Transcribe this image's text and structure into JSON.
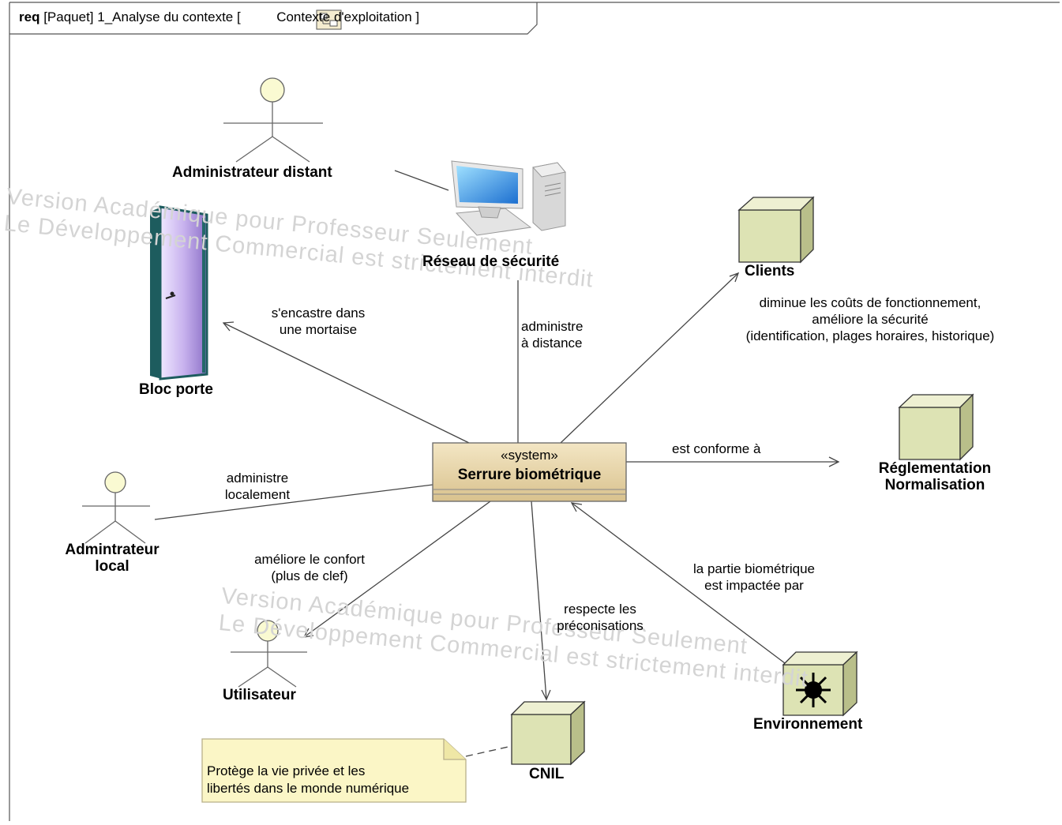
{
  "frame": {
    "kind": "req",
    "title_prefix": "[Paquet] 1_Analyse du contexte [",
    "title_name": "Contexte d'exploitation",
    "title_suffix": "]"
  },
  "watermark": {
    "line1": "Version Académique pour Professeur Seulement",
    "line2": "Le Développement Commercial est strictement interdit"
  },
  "system": {
    "stereotype": "«system»",
    "name": "Serrure biométrique"
  },
  "nodes": {
    "admin_distant": "Administrateur distant",
    "reseau": "Réseau de sécurité",
    "bloc_porte": "Bloc porte",
    "clients": "Clients",
    "reglementation_1": "Réglementation",
    "reglementation_2": "Normalisation",
    "admin_local_1": "Admintrateur",
    "admin_local_2": "local",
    "utilisateur": "Utilisateur",
    "cnil": "CNIL",
    "environnement": "Environnement"
  },
  "relations": {
    "encastre_1": "s'encastre dans",
    "encastre_2": "une mortaise",
    "administre_distance_1": "administre",
    "administre_distance_2": "à distance",
    "clients_1": "diminue les coûts de fonctionnement,",
    "clients_2": "améliore la sécurité",
    "clients_3": "(identification, plages horaires, historique)",
    "conforme": "est conforme à",
    "administre_local_1": "administre",
    "administre_local_2": "localement",
    "confort_1": "améliore le confort",
    "confort_2": "(plus de clef)",
    "preconisations_1": "respecte les",
    "preconisations_2": "préconisations",
    "impactee_1": "la partie biométrique",
    "impactee_2": "est impactée par"
  },
  "note": {
    "line1": "Protège la vie privée et les",
    "line2": "libertés dans le monde numérique"
  }
}
